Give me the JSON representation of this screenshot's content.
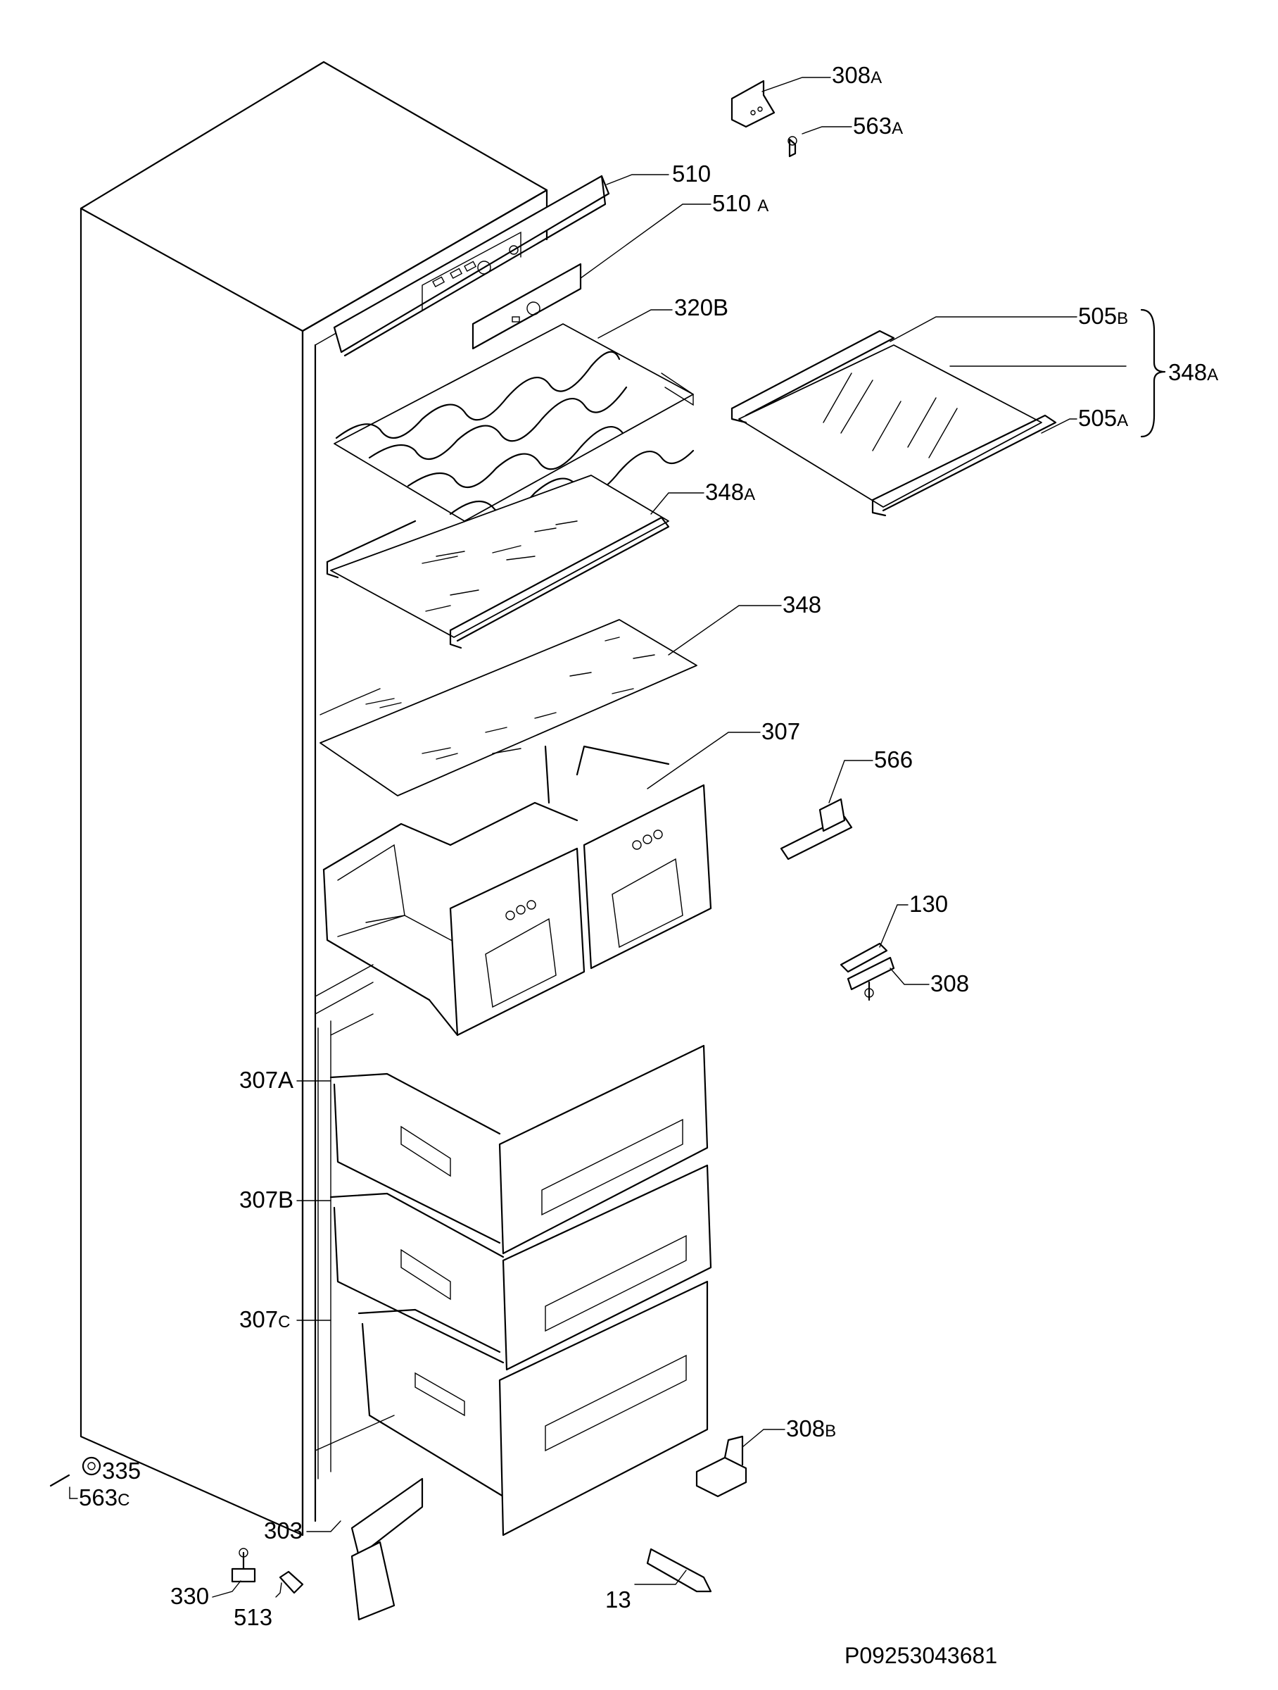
{
  "diagram": {
    "reference_code": "P09253043681",
    "parts": [
      {
        "id": "308A",
        "num": "308",
        "suffix": "A"
      },
      {
        "id": "563A",
        "num": "563",
        "suffix": "A"
      },
      {
        "id": "510",
        "num": "510",
        "suffix": ""
      },
      {
        "id": "510A",
        "num": "510 ",
        "suffix": "A"
      },
      {
        "id": "320B",
        "num": "320B",
        "suffix": ""
      },
      {
        "id": "505B",
        "num": "505",
        "suffix": "B"
      },
      {
        "id": "348A-group",
        "num": "348",
        "suffix": "A"
      },
      {
        "id": "505A",
        "num": "505",
        "suffix": "A"
      },
      {
        "id": "348A",
        "num": "348",
        "suffix": "A"
      },
      {
        "id": "348",
        "num": "348",
        "suffix": ""
      },
      {
        "id": "307",
        "num": "307",
        "suffix": ""
      },
      {
        "id": "566",
        "num": "566",
        "suffix": ""
      },
      {
        "id": "130",
        "num": "130",
        "suffix": ""
      },
      {
        "id": "308",
        "num": "308",
        "suffix": ""
      },
      {
        "id": "307A",
        "num": "307A",
        "suffix": ""
      },
      {
        "id": "307B",
        "num": "307B",
        "suffix": ""
      },
      {
        "id": "307C",
        "num": "307",
        "suffix": "C"
      },
      {
        "id": "308B",
        "num": "308",
        "suffix": "B"
      },
      {
        "id": "335",
        "num": "335",
        "suffix": ""
      },
      {
        "id": "563C",
        "num": "563",
        "suffix": "C"
      },
      {
        "id": "303",
        "num": "303",
        "suffix": ""
      },
      {
        "id": "330",
        "num": "330",
        "suffix": ""
      },
      {
        "id": "513",
        "num": "513",
        "suffix": ""
      },
      {
        "id": "13",
        "num": "13",
        "suffix": ""
      }
    ]
  }
}
